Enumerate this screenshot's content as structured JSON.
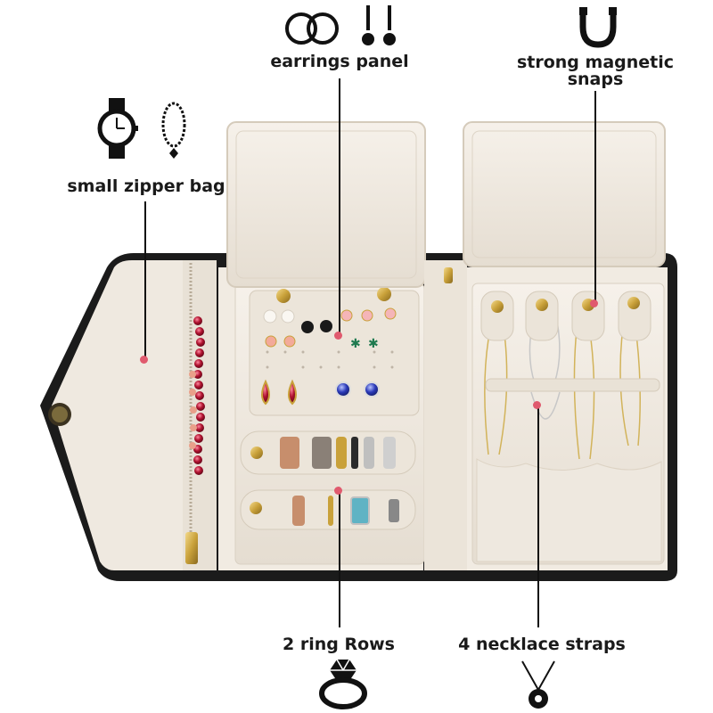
{
  "labels": {
    "earrings_panel": "earrings panel",
    "magnetic_line1": "strong magnetic",
    "magnetic_line2": "snaps",
    "zipper_bag": "small zipper bag",
    "ring_rows": "2 ring Rows",
    "necklace_straps": "4 necklace straps"
  },
  "icons": [
    "hoop-earrings-icon",
    "stud-earrings-icon",
    "magnet-icon",
    "watch-icon",
    "bracelet-icon",
    "ring-icon",
    "necklace-pendant-icon"
  ],
  "colors": {
    "case_black": "#1b1b1b",
    "lining_cream": "#f1ebe2",
    "panel_cream": "#ebe4d9",
    "snap_gold": "#c9a13a",
    "callout_dot": "#e05a6e"
  }
}
